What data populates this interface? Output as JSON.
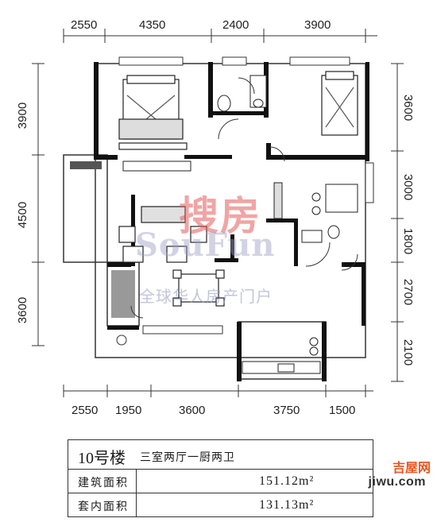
{
  "dimensions": {
    "top": [
      "2550",
      "4350",
      "2400",
      "3900"
    ],
    "bottom": [
      "2550",
      "1950",
      "3600",
      "3750",
      "1500"
    ],
    "left": [
      "3900",
      "4500",
      "3600"
    ],
    "right": [
      "3600",
      "3000",
      "1800",
      "2700",
      "2100"
    ]
  },
  "watermark": {
    "logo": "搜房",
    "english": "SouFun",
    "subtitle": "全球华人房产门户"
  },
  "info": {
    "building": "10号楼",
    "layout": "三室两厅一厨两卫",
    "area_label": "建筑面积",
    "area_value": "151.12m²",
    "inner_label": "套内面积",
    "inner_value": "131.13m²"
  },
  "corner": {
    "logo": "吉屋网",
    "url": "jiwu.com"
  },
  "colors": {
    "wall": "#111111",
    "line": "#333333",
    "watermark_red": "#e65a5a",
    "watermark_blue": "#9aa0c6",
    "brand_orange": "#e8561f"
  }
}
